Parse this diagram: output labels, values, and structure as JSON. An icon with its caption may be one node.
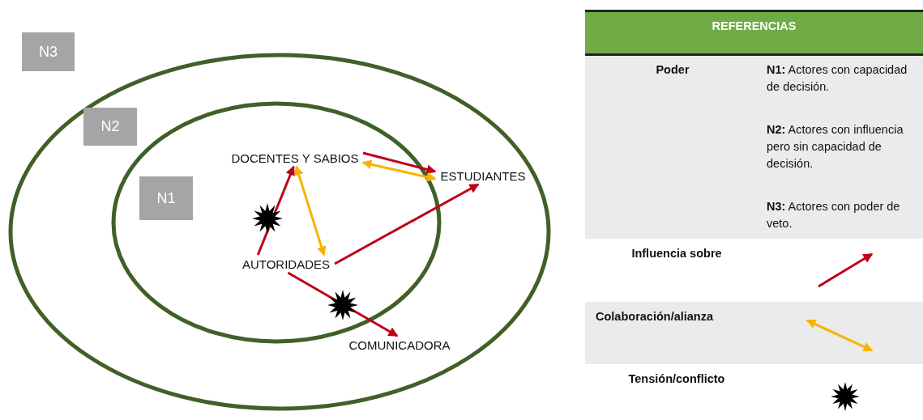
{
  "diagram": {
    "nodes": [
      {
        "text": [],
        "shape": "ellipse"
      },
      {
        "text": [],
        "shape": "ellipse",
        "in": 0
      },
      {
        "text": [
          "N3"
        ]
      },
      {
        "text": [
          "N2"
        ],
        "in": 0
      },
      {
        "text": [
          "N1"
        ],
        "in": 1
      },
      {
        "text": [
          "DOCENTES Y SABIOS"
        ],
        "in": 1
      },
      {
        "text": [
          "ESTUDIANTES"
        ],
        "in": 0
      },
      {
        "text": [
          "AUTORIDADES"
        ],
        "in": 1
      },
      {
        "text": [
          "COMUNICADORA"
        ],
        "in": 0
      }
    ],
    "edges": [
      {
        "from": 5,
        "to": 6,
        "arrow": "to"
      },
      {
        "from": 6,
        "to": 5,
        "arrow": "both",
        "color": "#f5b400"
      },
      {
        "from": 7,
        "to": 5,
        "arrow": "to"
      },
      {
        "from": 5,
        "to": 7,
        "arrow": "both",
        "color": "#f5b400"
      },
      {
        "from": 7,
        "to": 6,
        "arrow": "to"
      },
      {
        "from": 7,
        "to": 8,
        "arrow": "to"
      }
    ],
    "labels": [
      "REFERENCIAS",
      "Poder",
      "**N1:** Actores con capacidad de decisión.",
      "**N2:** Actores con influencia pero sin capacidad de decisión.",
      "**N3:** Actores con poder de veto."
    ],
    "legend": [
      {
        "text": "Influencia sobre"
      },
      {
        "text": "Colaboración/alianza"
      },
      {
        "text": "Tensión/conflicto"
      }
    ]
  }
}
